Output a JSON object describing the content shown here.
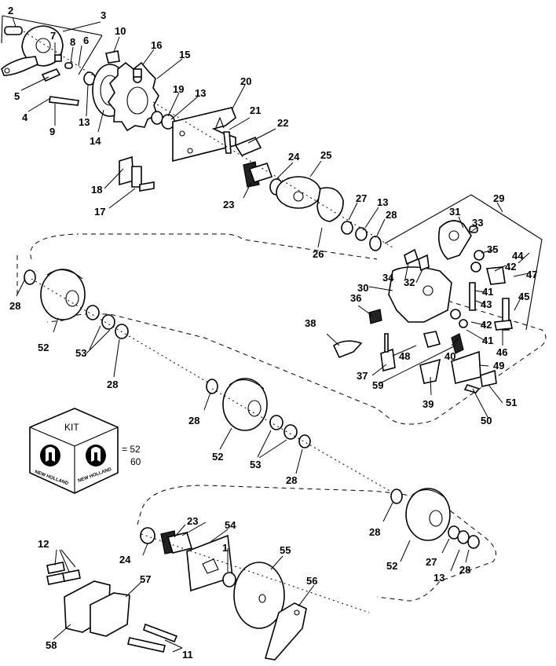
{
  "callouts": [
    "2",
    "3",
    "7",
    "8",
    "6",
    "10",
    "16",
    "15",
    "5",
    "4",
    "9",
    "13",
    "14",
    "19",
    "13",
    "20",
    "21",
    "22",
    "18",
    "17",
    "24",
    "25",
    "23",
    "27",
    "13",
    "28",
    "26",
    "29",
    "31",
    "33",
    "35",
    "44",
    "42",
    "47",
    "34",
    "32",
    "41",
    "30",
    "43",
    "45",
    "36",
    "42",
    "41",
    "46",
    "38",
    "48",
    "40",
    "49",
    "37",
    "59",
    "39",
    "51",
    "50",
    "28",
    "52",
    "53",
    "28",
    "28",
    "52",
    "53",
    "28",
    "28",
    "52",
    "27",
    "13",
    "28",
    "23",
    "54",
    "24",
    "1",
    "55",
    "56",
    "12",
    "57",
    "58",
    "11"
  ],
  "kit": {
    "label": "KIT",
    "brand_left": "NEW HOLLAND",
    "brand_right": "NEW HOLLAND",
    "equals_line1": "= 52",
    "equals_line2": "60"
  }
}
